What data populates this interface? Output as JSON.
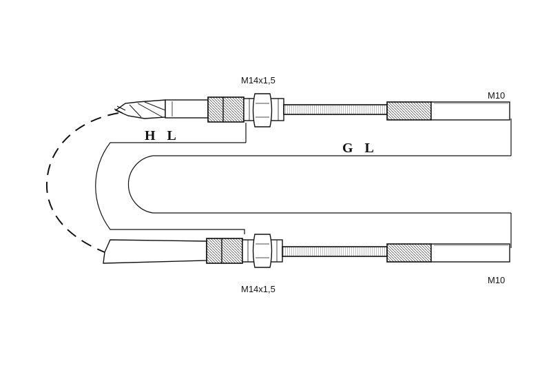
{
  "labels": {
    "top_thread": "M14x1,5",
    "bottom_thread": "M14x1,5",
    "top_end": "M10",
    "bottom_end": "M10",
    "hl": "H L",
    "gl": "G L"
  },
  "colors": {
    "ink": "#111111",
    "background": "#ffffff"
  }
}
